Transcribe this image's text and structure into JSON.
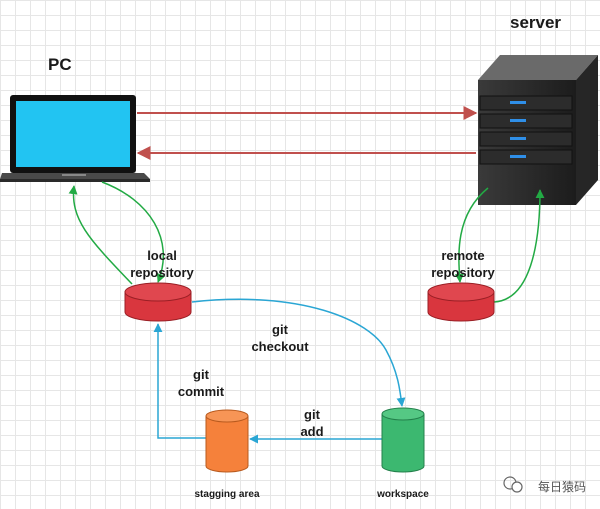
{
  "labels": {
    "pc": "PC",
    "server": "server",
    "local_repo_line1": "local",
    "local_repo_line2": "repository",
    "remote_repo_line1": "remote",
    "remote_repo_line2": "repository",
    "checkout_line1": "git",
    "checkout_line2": "checkout",
    "commit_line1": "git",
    "commit_line2": "commit",
    "add_line1": "git",
    "add_line2": "add",
    "staging_area": "stagging area",
    "workspace": "workspace"
  },
  "watermark": "每日猿码",
  "colors": {
    "push_pull_arrow": "#c0504d",
    "local_repo": "#d9363e",
    "remote_repo": "#d9363e",
    "staging_area": "#f5813b",
    "workspace": "#3cb870",
    "git_flow_arrow": "#2aa6d4",
    "sync_arrow": "#22aa44",
    "laptop_screen": "#22c4f2"
  }
}
